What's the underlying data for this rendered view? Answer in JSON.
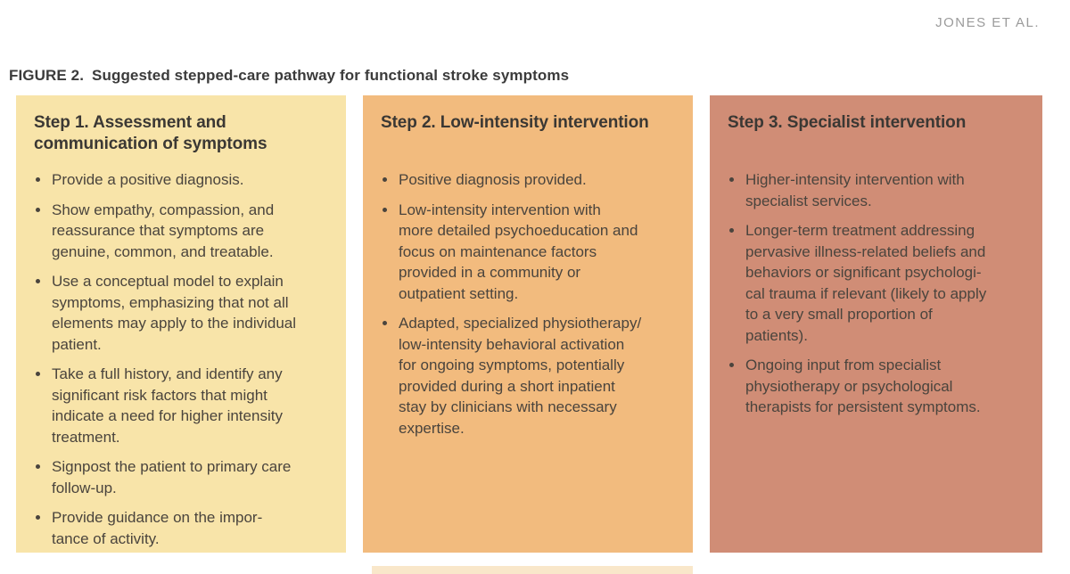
{
  "page": {
    "running_head": "JONES ET AL.",
    "figure_label": "FIGURE 2.",
    "figure_title": "Suggested stepped-care pathway for functional stroke symptoms"
  },
  "colors": {
    "step1_bg": "#F8E4A9",
    "step2_bg": "#F2BB7E",
    "step3_bg": "#D08D76",
    "partial_box_bg": "#F9E7CA",
    "heading_text": "#3B3834",
    "body_text": "#4A443D",
    "running_head_text": "#9B9B9B"
  },
  "steps": [
    {
      "title": "Step 1. Assessment and\ncommunication of symptoms",
      "bullets": [
        "Provide a positive diagnosis.",
        "Show empathy, compassion, and\nreassurance that symptoms are\ngenuine, common, and treatable.",
        "Use a conceptual model to explain\nsymptoms, emphasizing that not all\nelements may apply to the individual\npatient.",
        "Take a full history, and identify any\nsignificant risk factors that might\nindicate a need for higher intensity\ntreatment.",
        "Signpost the patient to primary care\nfollow-up.",
        "Provide guidance on the impor-\ntance of activity."
      ]
    },
    {
      "title": "Step 2. Low-intensity intervention",
      "bullets": [
        "Positive diagnosis provided.",
        "Low-intensity intervention with\nmore detailed psychoeducation and\nfocus on maintenance factors\nprovided in a community or\noutpatient setting.",
        "Adapted, specialized physiotherapy/\nlow-intensity behavioral activation\nfor ongoing symptoms, potentially\nprovided during a short inpatient\nstay by clinicians with necessary\nexpertise."
      ]
    },
    {
      "title": "Step 3. Specialist intervention",
      "bullets": [
        "Higher-intensity intervention with\nspecialist services.",
        "Longer-term treatment addressing\npervasive illness-related beliefs and\nbehaviors or significant psychologi-\ncal trauma if relevant (likely to apply\nto a very small proportion of\npatients).",
        "Ongoing input from specialist\nphysiotherapy or psychological\ntherapists for persistent symptoms."
      ]
    }
  ]
}
